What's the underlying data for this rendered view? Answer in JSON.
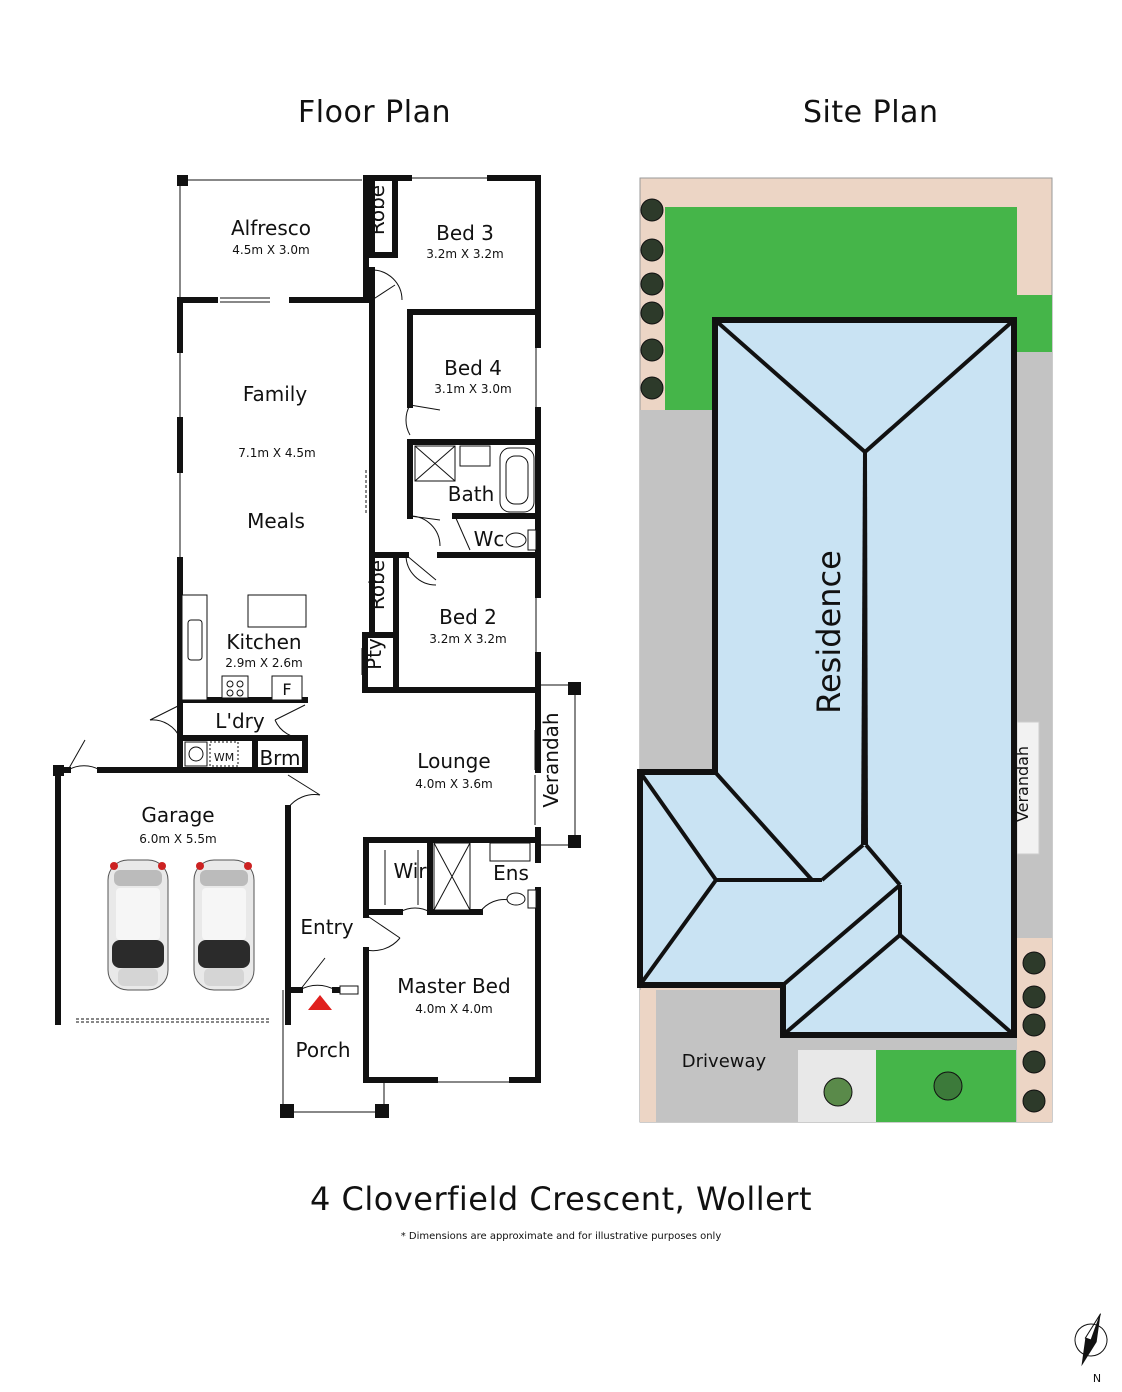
{
  "floor_plan_title": "Floor Plan",
  "site_plan_title": "Site Plan",
  "address": "4 Cloverfield Crescent, Wollert",
  "disclaimer": "* Dimensions are approximate and for illustrative purposes only",
  "rooms": {
    "alfresco": {
      "name": "Alfresco",
      "dims": "4.5m X 3.0m"
    },
    "bed3": {
      "name": "Bed 3",
      "dims": "3.2m X 3.2m"
    },
    "robe_top": {
      "name": "Robe"
    },
    "bed4": {
      "name": "Bed 4",
      "dims": "3.1m X 3.0m"
    },
    "family": {
      "name": "Family",
      "dims": "7.1m X 4.5m"
    },
    "meals": {
      "name": "Meals"
    },
    "bath": {
      "name": "Bath"
    },
    "wc": {
      "name": "Wc"
    },
    "robe_mid": {
      "name": "Robe"
    },
    "bed2": {
      "name": "Bed 2",
      "dims": "3.2m X 3.2m"
    },
    "kitchen": {
      "name": "Kitchen",
      "dims": "2.9m X 2.6m"
    },
    "pty": {
      "name": "Pty"
    },
    "fridge": {
      "name": "F"
    },
    "laundry": {
      "name": "L'dry"
    },
    "wm": {
      "name": "WM"
    },
    "brm": {
      "name": "Brm"
    },
    "lounge": {
      "name": "Lounge",
      "dims": "4.0m X 3.6m"
    },
    "verandah_floor": {
      "name": "Verandah"
    },
    "garage": {
      "name": "Garage",
      "dims": "6.0m X 5.5m"
    },
    "wir": {
      "name": "Wir"
    },
    "ens": {
      "name": "Ens"
    },
    "entry": {
      "name": "Entry"
    },
    "master": {
      "name": "Master Bed",
      "dims": "4.0m X 4.0m"
    },
    "porch": {
      "name": "Porch"
    }
  },
  "site": {
    "residence": "Residence",
    "verandah": "Verandah",
    "driveway": "Driveway"
  },
  "compass": {
    "label": "N"
  },
  "colors": {
    "lawn": "#45b549",
    "boundary": "#ecd5c5",
    "paving": "#c3c3c3",
    "roof": "#c9e3f3",
    "wall": "#111111",
    "entry_marker": "#e0201e"
  }
}
